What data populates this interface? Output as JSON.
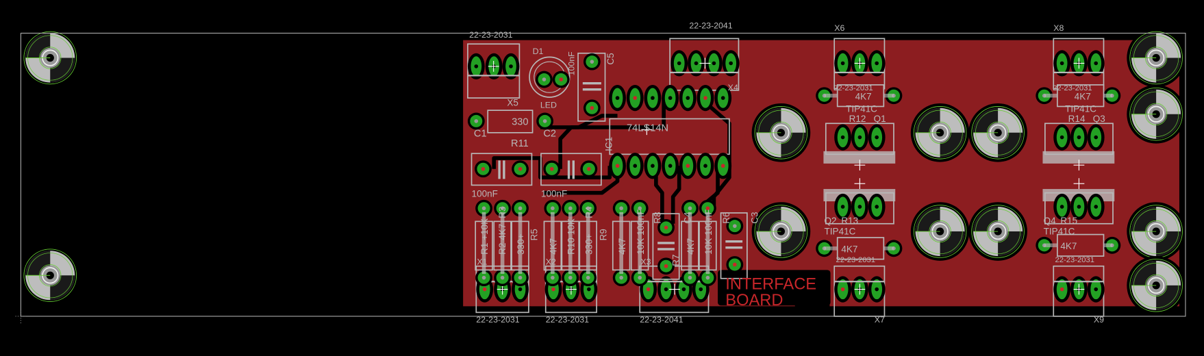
{
  "colors": {
    "background": "#000000",
    "board_copper": "#8c1d20",
    "pad_green": "#23a023",
    "silkscreen": "#b8b8b8",
    "outline": "#a8a8a8",
    "hole_ring": "#66cc33",
    "title_text": "#c8262a"
  },
  "board_title": {
    "line1": "INTERFACE",
    "line2": "BOARD"
  },
  "labels": [
    "22-23-2031",
    "100nF",
    "D1",
    "LED",
    "C5",
    "22-23-2041",
    "X4",
    "X5",
    "330",
    "R11",
    "74LS14N",
    "IC1",
    "C1",
    "C2",
    "100nF",
    "100nF",
    "R1 +10K",
    "R2 4K7",
    "330+",
    "R5",
    "R3",
    "4K7",
    "R10 10K",
    "330+",
    "R9",
    "R4",
    "4K7",
    "10K 100nF",
    "R8",
    "R7",
    "4K7",
    "10K 100nF",
    "C4",
    "R6",
    "C3",
    "X1",
    "X2",
    "X3",
    "22-23-2031",
    "22-23-2031",
    "22-23-2041",
    "X6",
    "X8",
    "22-23-2031",
    "4K7",
    "TIP41C",
    "R12",
    "Q1",
    "22-23-2031",
    "4K7",
    "TIP41C",
    "R14",
    "Q3",
    "Q2",
    "R13",
    "TIP41C",
    "4K7",
    "22-23-2031",
    "Q4",
    "R15",
    "TIP41C",
    "4K7",
    "22-23-2031",
    "X7",
    "X9"
  ]
}
